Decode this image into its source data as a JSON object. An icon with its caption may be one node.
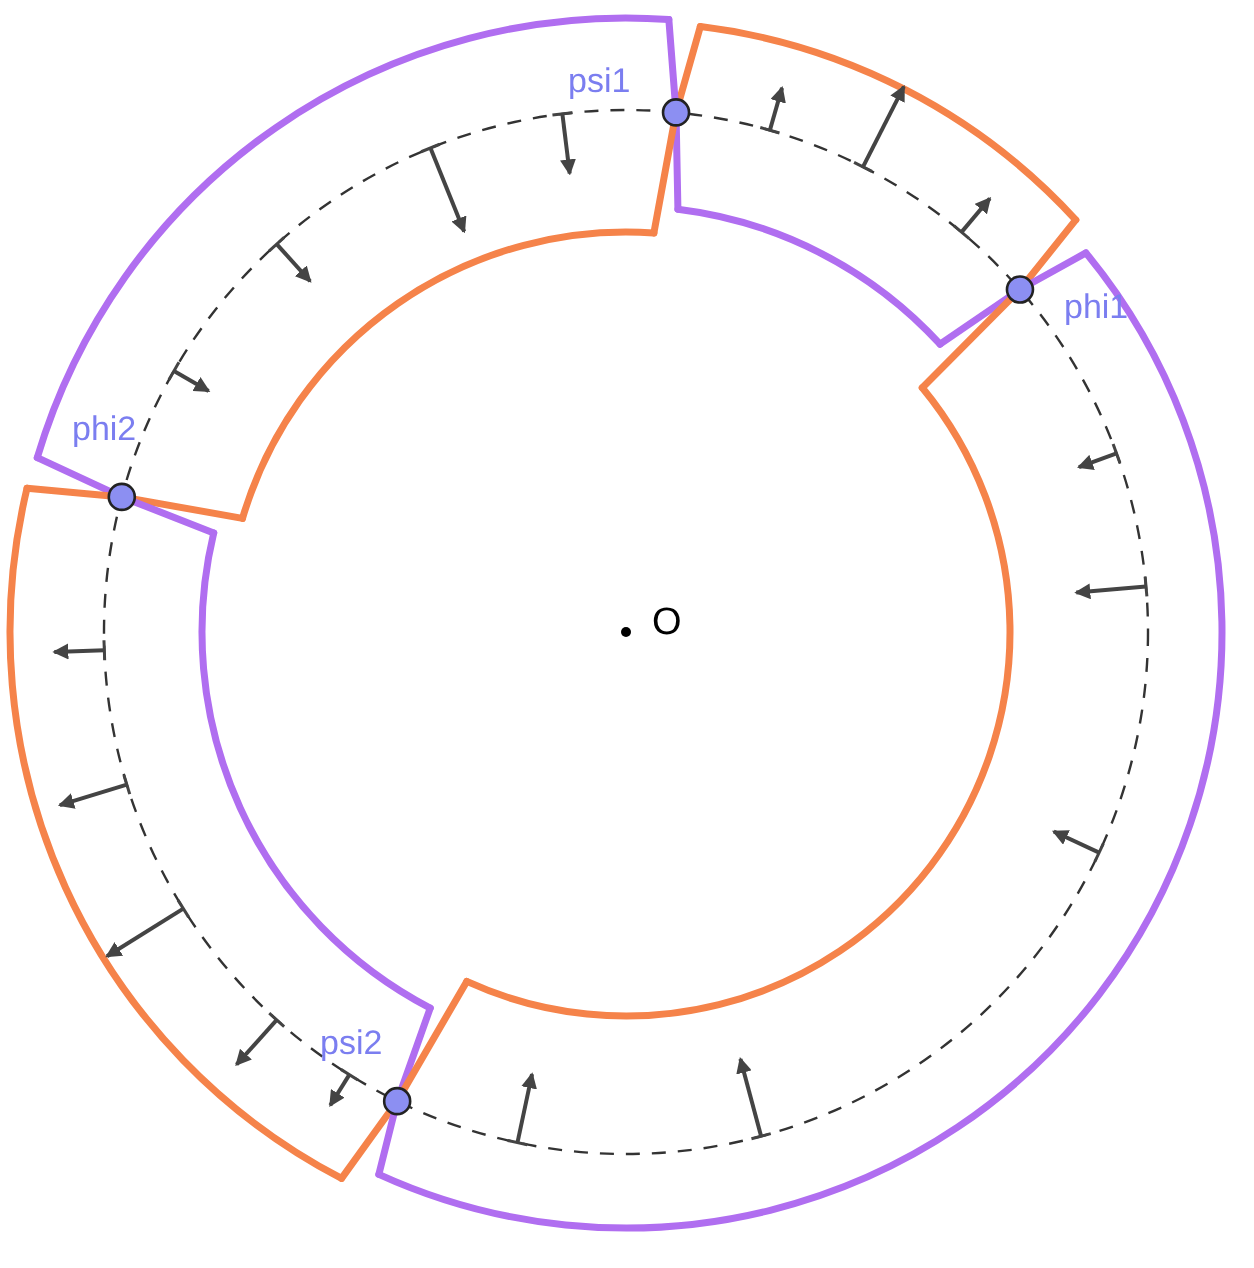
{
  "diagram": {
    "labels": [
      "psi1",
      "phi1",
      "phi2",
      "psi2",
      "O"
    ]
  }
}
